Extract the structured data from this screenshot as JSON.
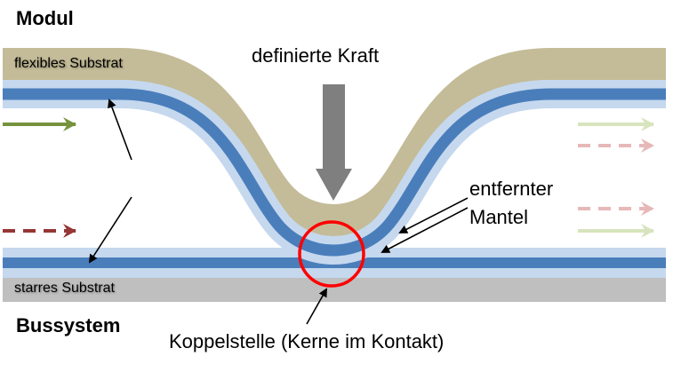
{
  "title_top": "Modul",
  "title_bottom": "Bussystem",
  "force_label": "definierte Kraft",
  "flex_label": "flexibles Substrat",
  "rigid_label": "starres Substrat",
  "removed_cladding_label": [
    "entfernter",
    "Mantel"
  ],
  "coupling_label": "Koppelstelle (Kerne im Kontakt)",
  "colors": {
    "tan": "#c4bc98",
    "cladding": "#c5d8ee",
    "core": "#4a7ebb",
    "rigid": "#bfbfbf",
    "force": "#7f7f7f",
    "circle": "#ff0000",
    "green": "#76923c",
    "red": "#953735"
  }
}
